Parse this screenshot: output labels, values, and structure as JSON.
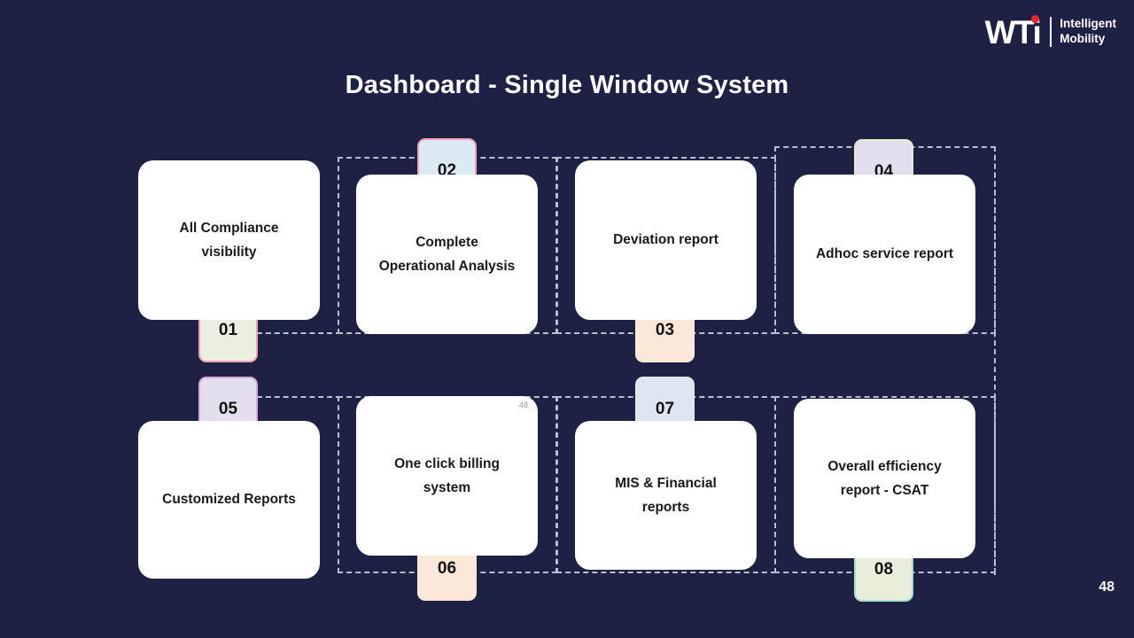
{
  "slide": {
    "background_color": "#1e2144",
    "title": "Dashboard - Single Window System",
    "page_number": "48"
  },
  "logo": {
    "wordmark": "WTi",
    "tagline_line1": "Intelligent",
    "tagline_line2": "Mobility",
    "dot_color": "#e8262d"
  },
  "cards": [
    {
      "id": "card-01",
      "label": "All Compliance\nvisibility",
      "number": "01",
      "badge_position": "below",
      "badge_fill": "#ecefdf",
      "badge_border": "#f2a0b8",
      "watermark": ""
    },
    {
      "id": "card-02",
      "label": "Complete\nOperational Analysis",
      "number": "02",
      "badge_position": "above",
      "badge_fill": "#dcebf3",
      "badge_border": "#f2a0b8",
      "watermark": ""
    },
    {
      "id": "card-03",
      "label": "Deviation report",
      "number": "03",
      "badge_position": "below",
      "badge_fill": "#fce8d9",
      "badge_border": "#fce8d9",
      "watermark": ""
    },
    {
      "id": "card-04",
      "label": "Adhoc service report",
      "number": "04",
      "badge_position": "above",
      "badge_fill": "#e3dfee",
      "badge_border": "#e3ecc8",
      "watermark": ""
    },
    {
      "id": "card-05",
      "label": "Customized Reports",
      "number": "05",
      "badge_position": "above",
      "badge_fill": "#e3dfee",
      "badge_border": "#d9a8dd",
      "watermark": ""
    },
    {
      "id": "card-06",
      "label": "One click billing\nsystem",
      "number": "06",
      "badge_position": "below",
      "badge_fill": "#fce8d9",
      "badge_border": "#fce8d9",
      "watermark": "48"
    },
    {
      "id": "card-07",
      "label": "MIS &  Financial\nreports",
      "number": "07",
      "badge_position": "above",
      "badge_fill": "#dde7f2",
      "badge_border": "#dde7f2",
      "watermark": ""
    },
    {
      "id": "card-08",
      "label": "Overall efficiency\nreport - CSAT",
      "number": "08",
      "badge_position": "below",
      "badge_fill": "#e9eeda",
      "badge_border": "#a9ddd4",
      "watermark": ""
    }
  ],
  "connectors": {
    "dash_color": "#b9bdd0"
  }
}
